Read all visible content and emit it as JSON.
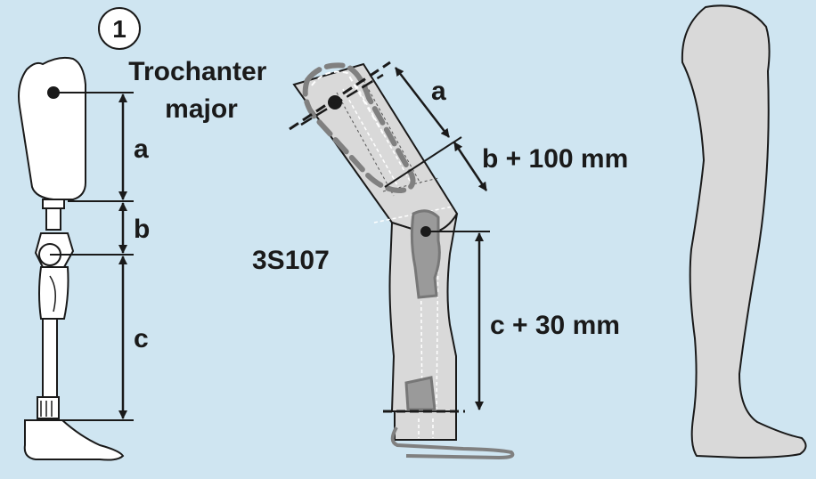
{
  "colors": {
    "background": "#cfe5f1",
    "outline": "#1a1a1a",
    "socket_fill": "#ffffff",
    "leg_fill": "#d9d9d9",
    "component_gray": "#808080",
    "highlight_white": "#ffffff"
  },
  "figure": {
    "step_number": "1",
    "trochanter_label": "Trochanter\nmajor"
  },
  "left_prosthesis": {
    "label_a": "a",
    "label_b": "b",
    "label_c": "c"
  },
  "center_prosthesis": {
    "model_label": "3S107",
    "label_a": "a",
    "label_b": "b + 100 mm",
    "label_c": "c + 30 mm"
  },
  "icons": {
    "step_badge": "circle-number-icon",
    "trochanter_marker": "dot-marker-icon",
    "arrow": "double-arrow-icon"
  }
}
